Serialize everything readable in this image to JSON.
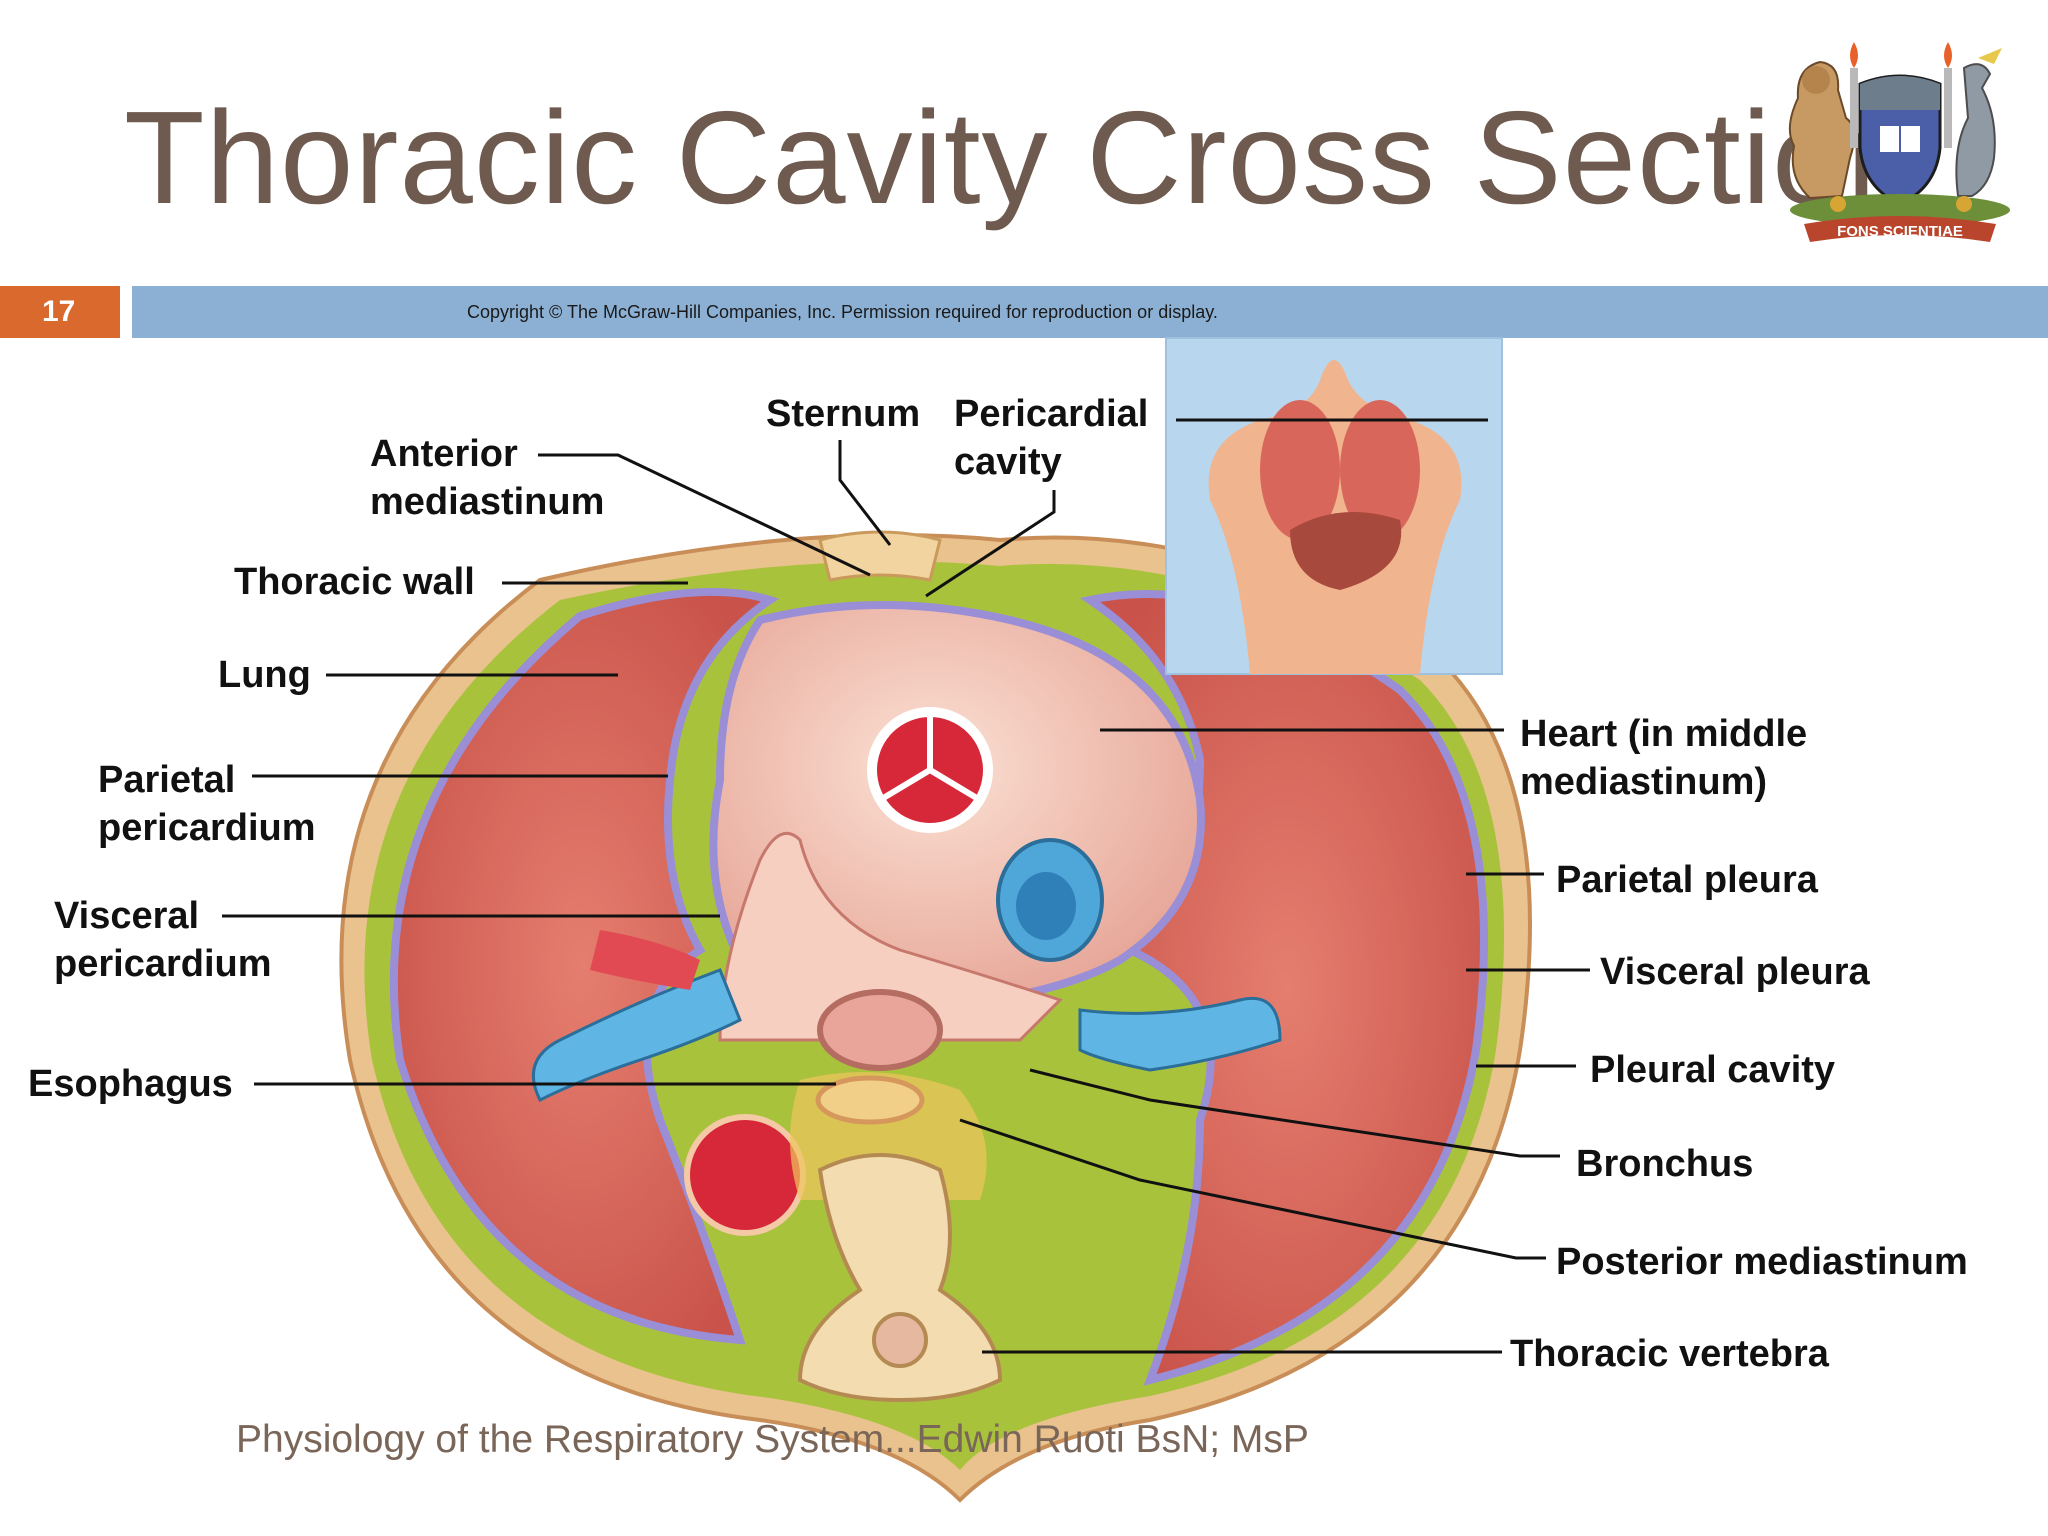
{
  "slide": {
    "title": "Thoracic Cavity Cross Section",
    "number": "17",
    "copyright": "Copyright © The McGraw-Hill Companies, Inc. Permission required for reproduction or display.",
    "footer": "Physiology of the Respiratory System...Edwin Ruoti BsN; MsP"
  },
  "logo": {
    "motto": "FONS SCIENTIAE"
  },
  "labels": {
    "sternum": "Sternum",
    "pericardial_cavity_1": "Pericardial",
    "pericardial_cavity_2": "cavity",
    "anterior_mediastinum_1": "Anterior",
    "anterior_mediastinum_2": "mediastinum",
    "thoracic_wall": "Thoracic wall",
    "lung": "Lung",
    "parietal_pericardium_1": "Parietal",
    "parietal_pericardium_2": "pericardium",
    "visceral_pericardium_1": "Visceral",
    "visceral_pericardium_2": "pericardium",
    "esophagus": "Esophagus",
    "heart_1": "Heart (in middle",
    "heart_2": "mediastinum)",
    "parietal_pleura": "Parietal pleura",
    "visceral_pleura": "Visceral pleura",
    "pleural_cavity": "Pleural cavity",
    "bronchus": "Bronchus",
    "posterior_mediastinum": "Posterior mediastinum",
    "thoracic_vertebra": "Thoracic vertebra"
  },
  "colors": {
    "title": "#6e5a4e",
    "slide_number_bg": "#d9692d",
    "header_bar": "#8cb0d3",
    "lung_tissue": "#d9665a",
    "pleura_green": "#a9c23c",
    "pleura_purple": "#9a8ed6",
    "artery_red": "#d7283a",
    "vein_blue": "#4fa6d8"
  }
}
